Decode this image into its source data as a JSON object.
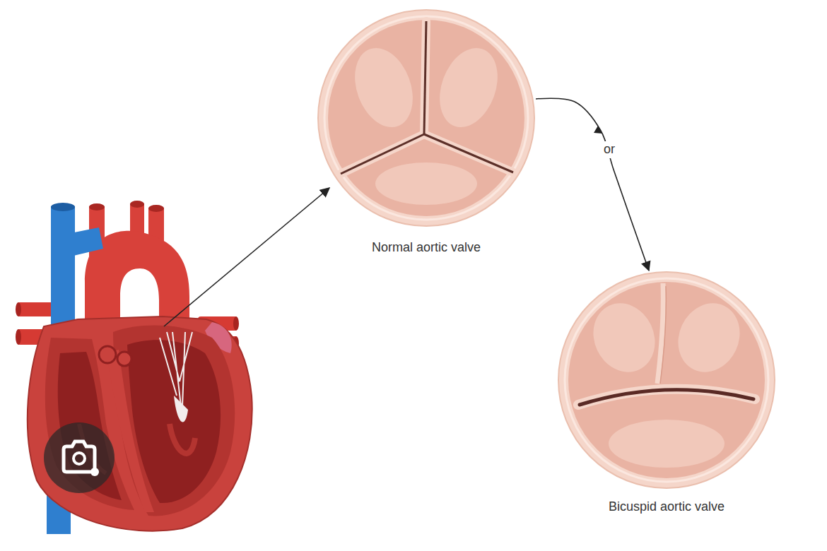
{
  "diagram": {
    "nodes": [
      {
        "text": [
          "Normal aortic valve"
        ]
      },
      {
        "text": [
          "Bicuspid aortic valve"
        ]
      }
    ],
    "edges": [
      {
        "from": 0,
        "to": 1,
        "arrow": "to",
        "label": "or"
      }
    ]
  }
}
